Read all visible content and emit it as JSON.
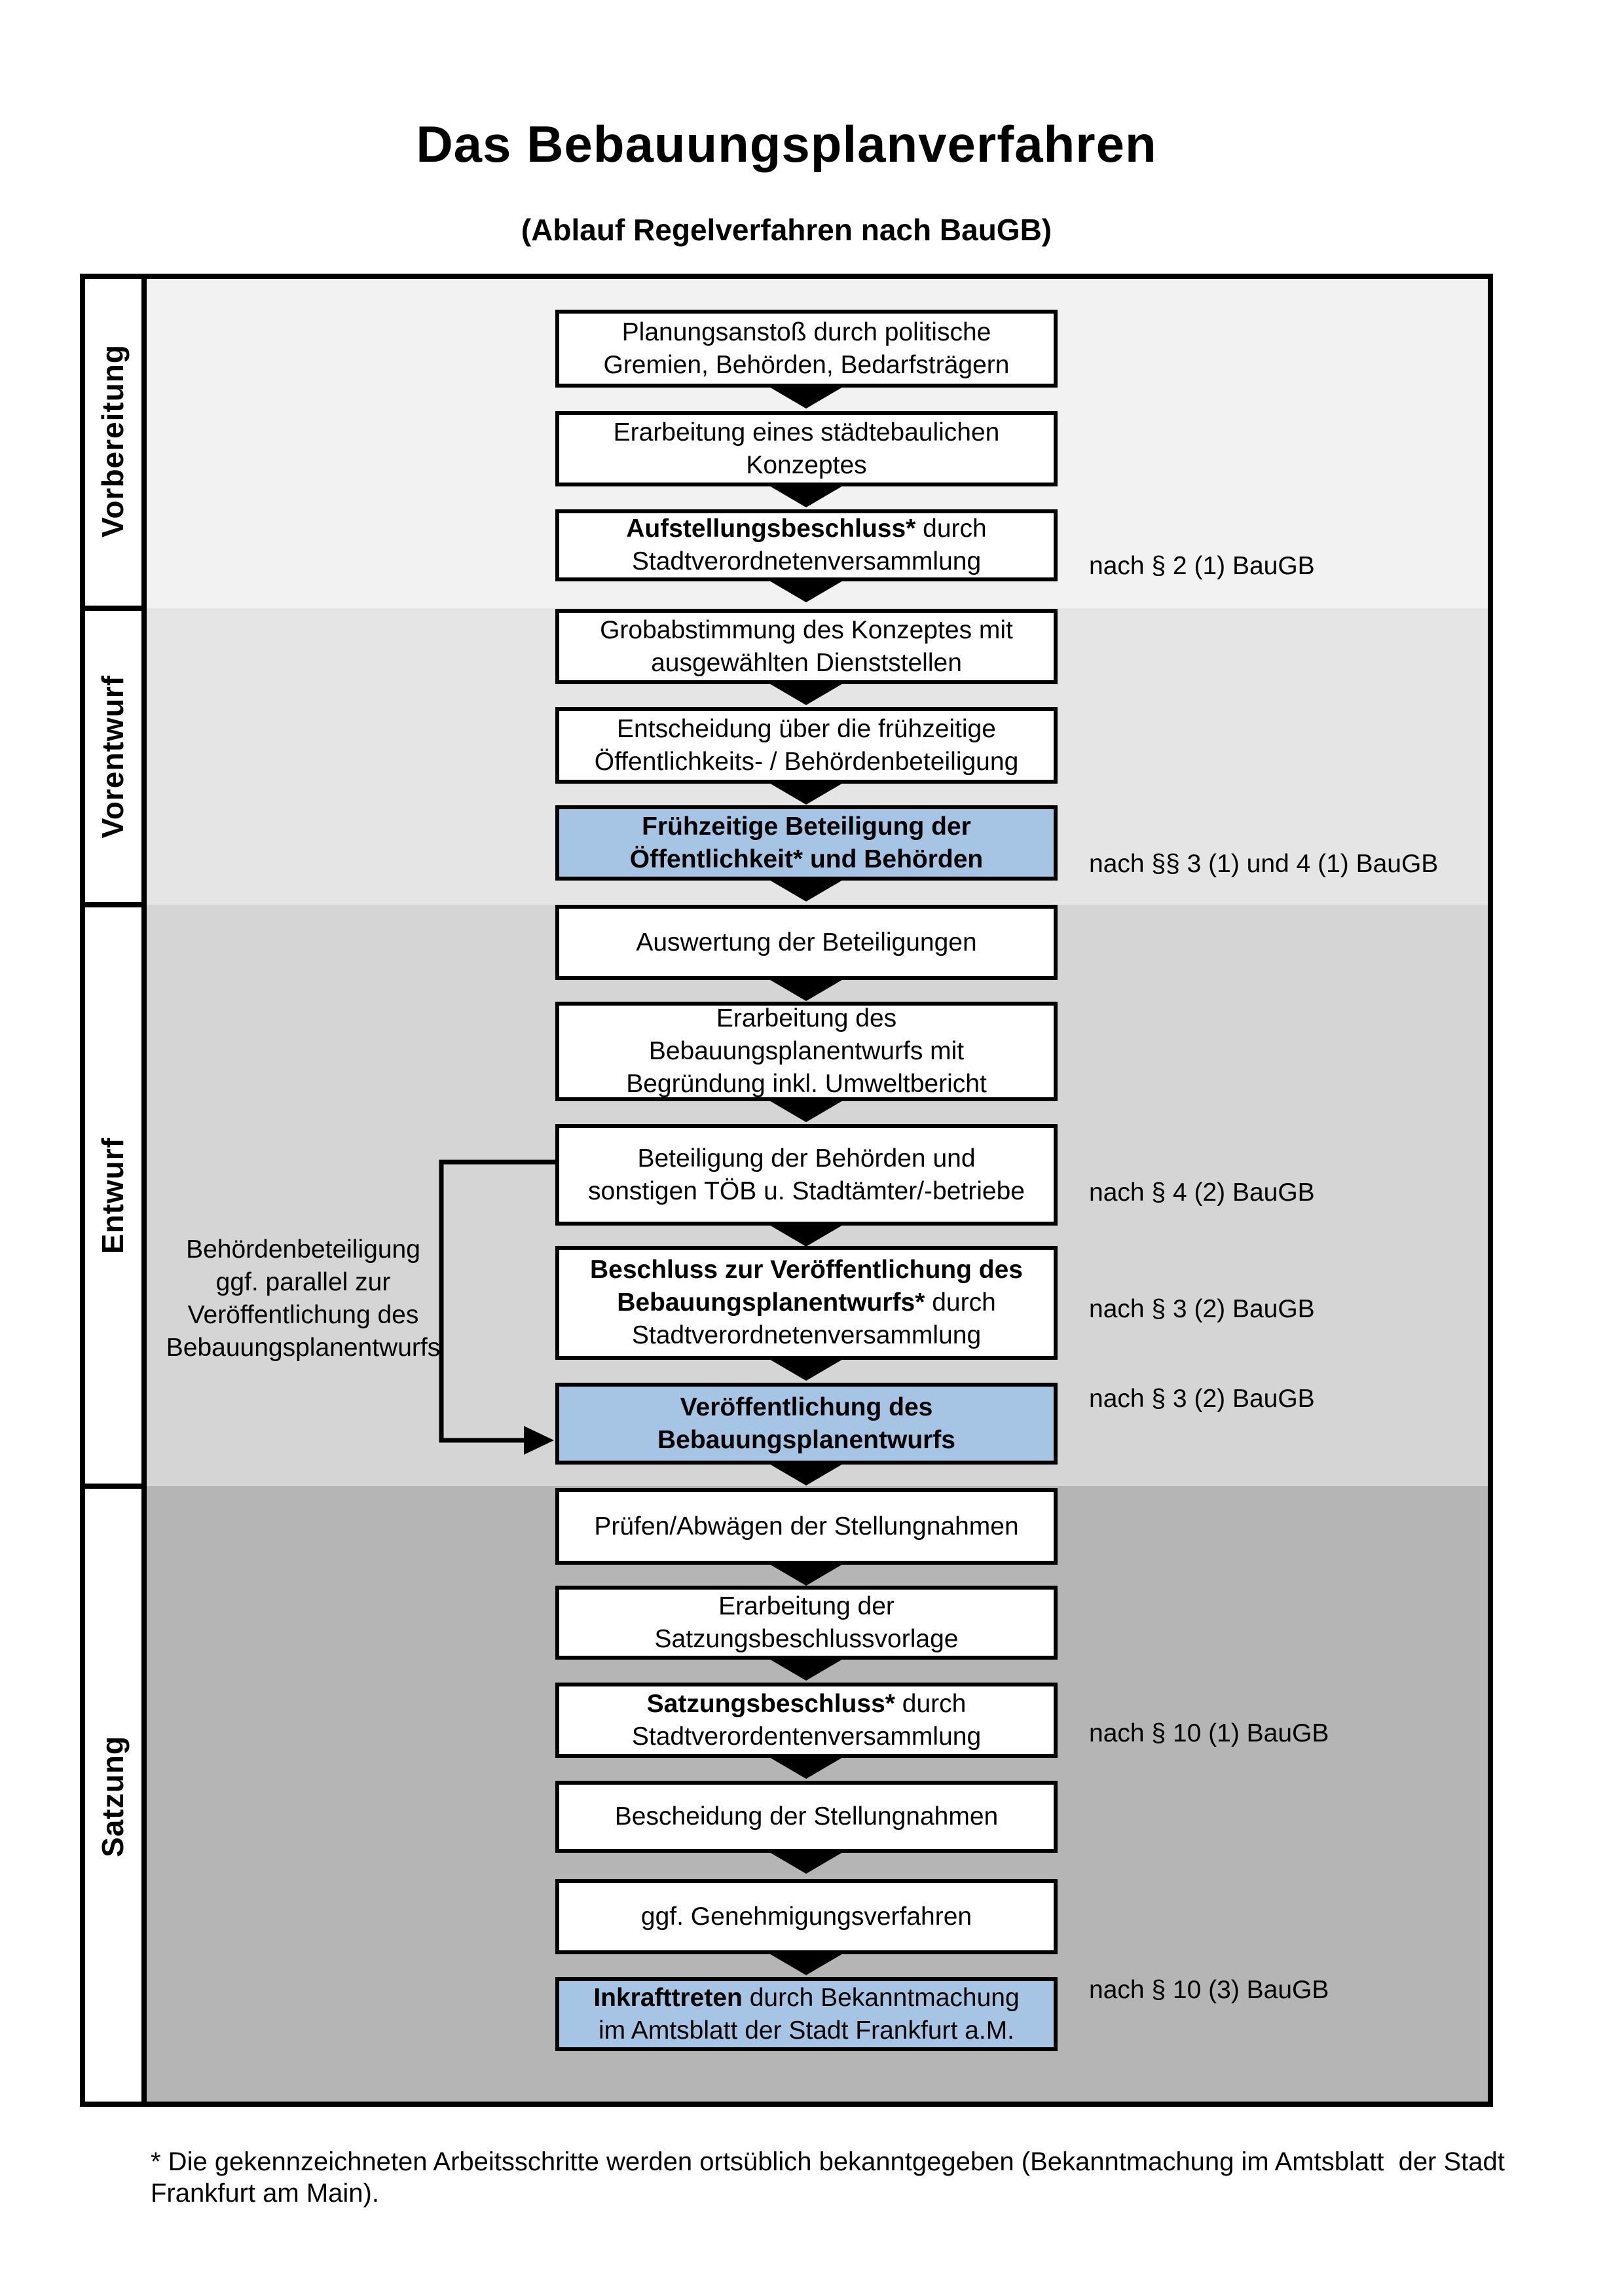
{
  "title": "Das Bebauungsplanverfahren",
  "subtitle": "(Ablauf Regelverfahren nach BauGB)",
  "phases": [
    {
      "id": "vorbereitung",
      "label": "Vorbereitung"
    },
    {
      "id": "vorentwurf",
      "label": "Vorentwurf"
    },
    {
      "id": "entwurf",
      "label": "Entwurf"
    },
    {
      "id": "satzung",
      "label": "Satzung"
    }
  ],
  "steps": [
    {
      "id": 1,
      "phase": "vorbereitung",
      "highlight": false,
      "law": null,
      "lines": [
        [
          {
            "t": "Planungsanstoß durch politische",
            "b": false
          }
        ],
        [
          {
            "t": "Gremien, Behörden, Bedarfsträgern",
            "b": false
          }
        ]
      ]
    },
    {
      "id": 2,
      "phase": "vorbereitung",
      "highlight": false,
      "law": null,
      "lines": [
        [
          {
            "t": "Erarbeitung eines städtebaulichen",
            "b": false
          }
        ],
        [
          {
            "t": "Konzeptes",
            "b": false
          }
        ]
      ]
    },
    {
      "id": 3,
      "phase": "vorbereitung",
      "highlight": false,
      "law": "nach § 2 (1) BauGB",
      "lines": [
        [
          {
            "t": "Aufstellungsbeschluss*",
            "b": true
          },
          {
            "t": " durch",
            "b": false
          }
        ],
        [
          {
            "t": "Stadtverordnetenversammlung",
            "b": false
          }
        ]
      ]
    },
    {
      "id": 4,
      "phase": "vorentwurf",
      "highlight": false,
      "law": null,
      "lines": [
        [
          {
            "t": "Grobabstimmung des Konzeptes mit",
            "b": false
          }
        ],
        [
          {
            "t": "ausgewählten Dienststellen",
            "b": false
          }
        ]
      ]
    },
    {
      "id": 5,
      "phase": "vorentwurf",
      "highlight": false,
      "law": null,
      "lines": [
        [
          {
            "t": "Entscheidung über die frühzeitige",
            "b": false
          }
        ],
        [
          {
            "t": "Öffentlichkeits- / Behördenbeteiligung",
            "b": false
          }
        ]
      ]
    },
    {
      "id": 6,
      "phase": "vorentwurf",
      "highlight": true,
      "law": "nach §§ 3 (1) und 4 (1) BauGB",
      "lines": [
        [
          {
            "t": "Frühzeitige Beteiligung der",
            "b": true
          }
        ],
        [
          {
            "t": "Öffentlichkeit* und Behörden",
            "b": true
          }
        ]
      ]
    },
    {
      "id": 7,
      "phase": "entwurf",
      "highlight": false,
      "law": null,
      "lines": [
        [
          {
            "t": "Auswertung der Beteiligungen",
            "b": false
          }
        ]
      ]
    },
    {
      "id": 8,
      "phase": "entwurf",
      "highlight": false,
      "law": null,
      "lines": [
        [
          {
            "t": "Erarbeitung des",
            "b": false
          }
        ],
        [
          {
            "t": "Bebauungsplanentwurfs mit",
            "b": false
          }
        ],
        [
          {
            "t": "Begründung inkl. Umweltbericht",
            "b": false
          }
        ]
      ]
    },
    {
      "id": 9,
      "phase": "entwurf",
      "highlight": false,
      "law": "nach § 4 (2) BauGB",
      "lines": [
        [
          {
            "t": "Beteiligung der Behörden und",
            "b": false
          }
        ],
        [
          {
            "t": "sonstigen TÖB u. Stadtämter/-betriebe",
            "b": false
          }
        ]
      ]
    },
    {
      "id": 10,
      "phase": "entwurf",
      "highlight": false,
      "law": "nach § 3 (2) BauGB",
      "lines": [
        [
          {
            "t": "Beschluss zur Veröffentlichung des",
            "b": true
          }
        ],
        [
          {
            "t": "Bebauungsplanentwurfs*",
            "b": true
          },
          {
            "t": " durch",
            "b": false
          }
        ],
        [
          {
            "t": "Stadtverordnetenversammlung",
            "b": false
          }
        ]
      ]
    },
    {
      "id": 11,
      "phase": "entwurf",
      "highlight": true,
      "law": "nach § 3 (2) BauGB",
      "lines": [
        [
          {
            "t": "Veröffentlichung des",
            "b": true
          }
        ],
        [
          {
            "t": "Bebauungsplanentwurfs",
            "b": true
          }
        ]
      ]
    },
    {
      "id": 12,
      "phase": "satzung",
      "highlight": false,
      "law": null,
      "lines": [
        [
          {
            "t": "Prüfen/Abwägen der Stellungnahmen",
            "b": false
          }
        ]
      ]
    },
    {
      "id": 13,
      "phase": "satzung",
      "highlight": false,
      "law": null,
      "lines": [
        [
          {
            "t": "Erarbeitung der",
            "b": false
          }
        ],
        [
          {
            "t": "Satzungsbeschlussvorlage",
            "b": false
          }
        ]
      ]
    },
    {
      "id": 14,
      "phase": "satzung",
      "highlight": false,
      "law": "nach § 10 (1) BauGB",
      "lines": [
        [
          {
            "t": "Satzungsbeschluss*",
            "b": true
          },
          {
            "t": " durch",
            "b": false
          }
        ],
        [
          {
            "t": "Stadtverordentenversammlung",
            "b": false
          }
        ]
      ]
    },
    {
      "id": 15,
      "phase": "satzung",
      "highlight": false,
      "law": null,
      "lines": [
        [
          {
            "t": "Bescheidung der Stellungnahmen",
            "b": false
          }
        ]
      ]
    },
    {
      "id": 16,
      "phase": "satzung",
      "highlight": false,
      "law": null,
      "lines": [
        [
          {
            "t": "ggf. Genehmigungsverfahren",
            "b": false
          }
        ]
      ]
    },
    {
      "id": 17,
      "phase": "satzung",
      "highlight": true,
      "law": "nach § 10 (3) BauGB",
      "lines": [
        [
          {
            "t": "Inkrafttreten",
            "b": true
          },
          {
            "t": " durch Bekanntmachung",
            "b": false
          }
        ],
        [
          {
            "t": "im Amtsblatt der Stadt Frankfurt a.M.",
            "b": false
          }
        ]
      ]
    }
  ],
  "side_note": [
    "Behördenbeteiligung",
    "ggf. parallel zur",
    "Veröffentlichung des",
    "Bebauungsplanentwurfs"
  ],
  "footnote_lines": [
    "* Die gekennzeichneten Arbeitsschritte werden ortsüblich bekanntgegeben (Bekanntmachung im Amtsblatt  der Stadt",
    "Frankfurt am Main)."
  ],
  "colors": {
    "section_vorbereitung": "#f2f2f2",
    "section_vorentwurf": "#e5e5e5",
    "section_entwurf": "#d5d5d5",
    "section_satzung": "#b5b5b5",
    "highlight_box": "#a6c4e4",
    "box_bg": "#ffffff",
    "line": "#000000"
  }
}
